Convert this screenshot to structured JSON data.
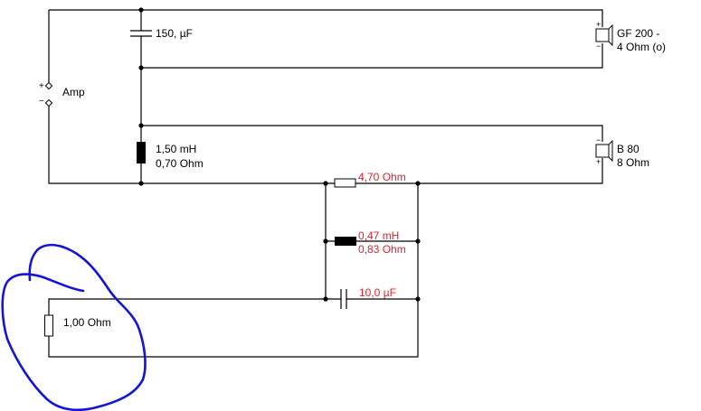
{
  "amp": {
    "label": "Amp",
    "plus": "+",
    "minus": "−"
  },
  "c1": {
    "value": "150, µF"
  },
  "l1": {
    "inductance": "1,50 mH",
    "resistance": "0,70 Ohm"
  },
  "tweeter": {
    "name": "GF 200 -",
    "impedance": "4 Ohm (o)"
  },
  "woofer": {
    "name": "B 80",
    "impedance": "8 Ohm"
  },
  "r1": {
    "value": "4,70 Ohm"
  },
  "l2": {
    "inductance": "0,47 mH",
    "resistance": "0,83 Ohm"
  },
  "c2": {
    "value": "10,0 µF"
  },
  "r2": {
    "value": "1,00 Ohm"
  },
  "colors": {
    "wire": "#000000",
    "changed_value": "#e0202a",
    "annotation": "#1010e0"
  }
}
